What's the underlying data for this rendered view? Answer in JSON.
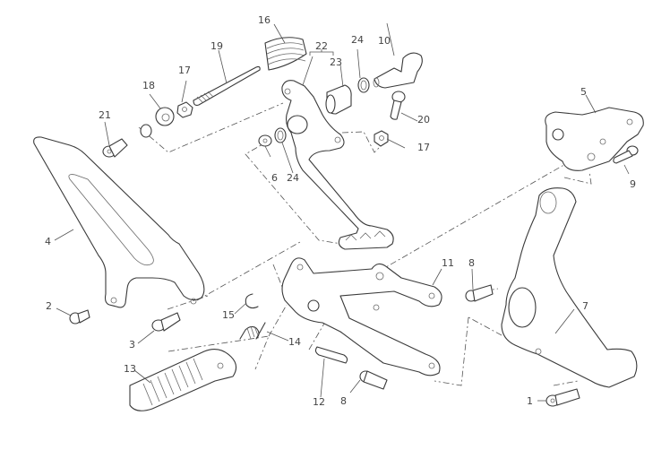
{
  "diagram": {
    "type": "exploded-parts-view",
    "subject": "footpeg-and-brake-pedal-assembly",
    "colors": {
      "line": "#3a3a3a",
      "background": "#ffffff",
      "label": "#444444"
    },
    "callouts": [
      {
        "id": "c1",
        "number": "1"
      },
      {
        "id": "c2",
        "number": "2"
      },
      {
        "id": "c3",
        "number": "3"
      },
      {
        "id": "c4",
        "number": "4"
      },
      {
        "id": "c5",
        "number": "5"
      },
      {
        "id": "c6",
        "number": "6"
      },
      {
        "id": "c7",
        "number": "7"
      },
      {
        "id": "c8a",
        "number": "8"
      },
      {
        "id": "c8b",
        "number": "8"
      },
      {
        "id": "c9",
        "number": "9"
      },
      {
        "id": "c10",
        "number": "10"
      },
      {
        "id": "c11",
        "number": "11"
      },
      {
        "id": "c12",
        "number": "12"
      },
      {
        "id": "c13",
        "number": "13"
      },
      {
        "id": "c14",
        "number": "14"
      },
      {
        "id": "c15",
        "number": "15"
      },
      {
        "id": "c16",
        "number": "16"
      },
      {
        "id": "c17a",
        "number": "17"
      },
      {
        "id": "c17b",
        "number": "17"
      },
      {
        "id": "c18",
        "number": "18"
      },
      {
        "id": "c19",
        "number": "19"
      },
      {
        "id": "c20",
        "number": "20"
      },
      {
        "id": "c21",
        "number": "21"
      },
      {
        "id": "c22",
        "number": "22"
      },
      {
        "id": "c23",
        "number": "23"
      },
      {
        "id": "c24a",
        "number": "24"
      },
      {
        "id": "c24b",
        "number": "24"
      }
    ]
  }
}
